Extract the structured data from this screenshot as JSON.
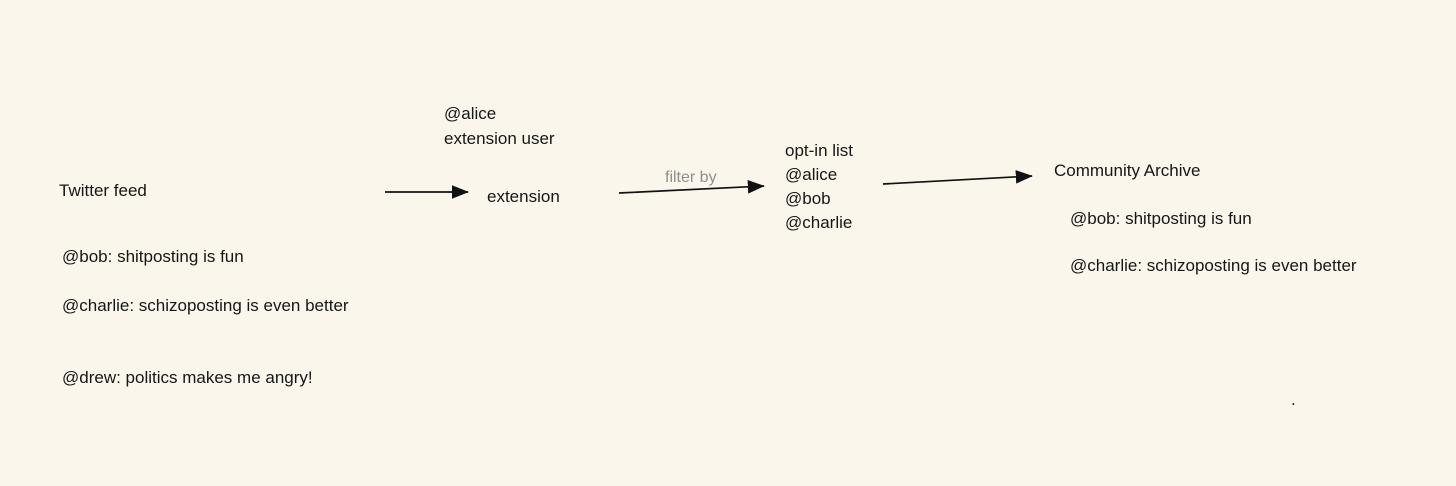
{
  "canvas": {
    "background": "#FAF6EC",
    "text_color": "#161616",
    "arrow_color": "#111111",
    "filter_label_color": "#8E8E8E"
  },
  "twitter_feed": {
    "title": "Twitter feed",
    "tweets": [
      "@bob: shitposting is fun",
      "@charlie: schizoposting is even better",
      "@drew: politics makes me angry!"
    ]
  },
  "extension": {
    "label": "extension",
    "annotation": "@alice\nextension user"
  },
  "edges": {
    "filter_label": "filter by"
  },
  "opt_in_list": {
    "title": "opt-in list",
    "members": [
      "@alice",
      "@bob",
      "@charlie"
    ]
  },
  "community_archive": {
    "title": "Community Archive",
    "tweets": [
      "@bob: shitposting is fun",
      "@charlie: schizoposting is even better"
    ]
  },
  "stray_mark": "."
}
